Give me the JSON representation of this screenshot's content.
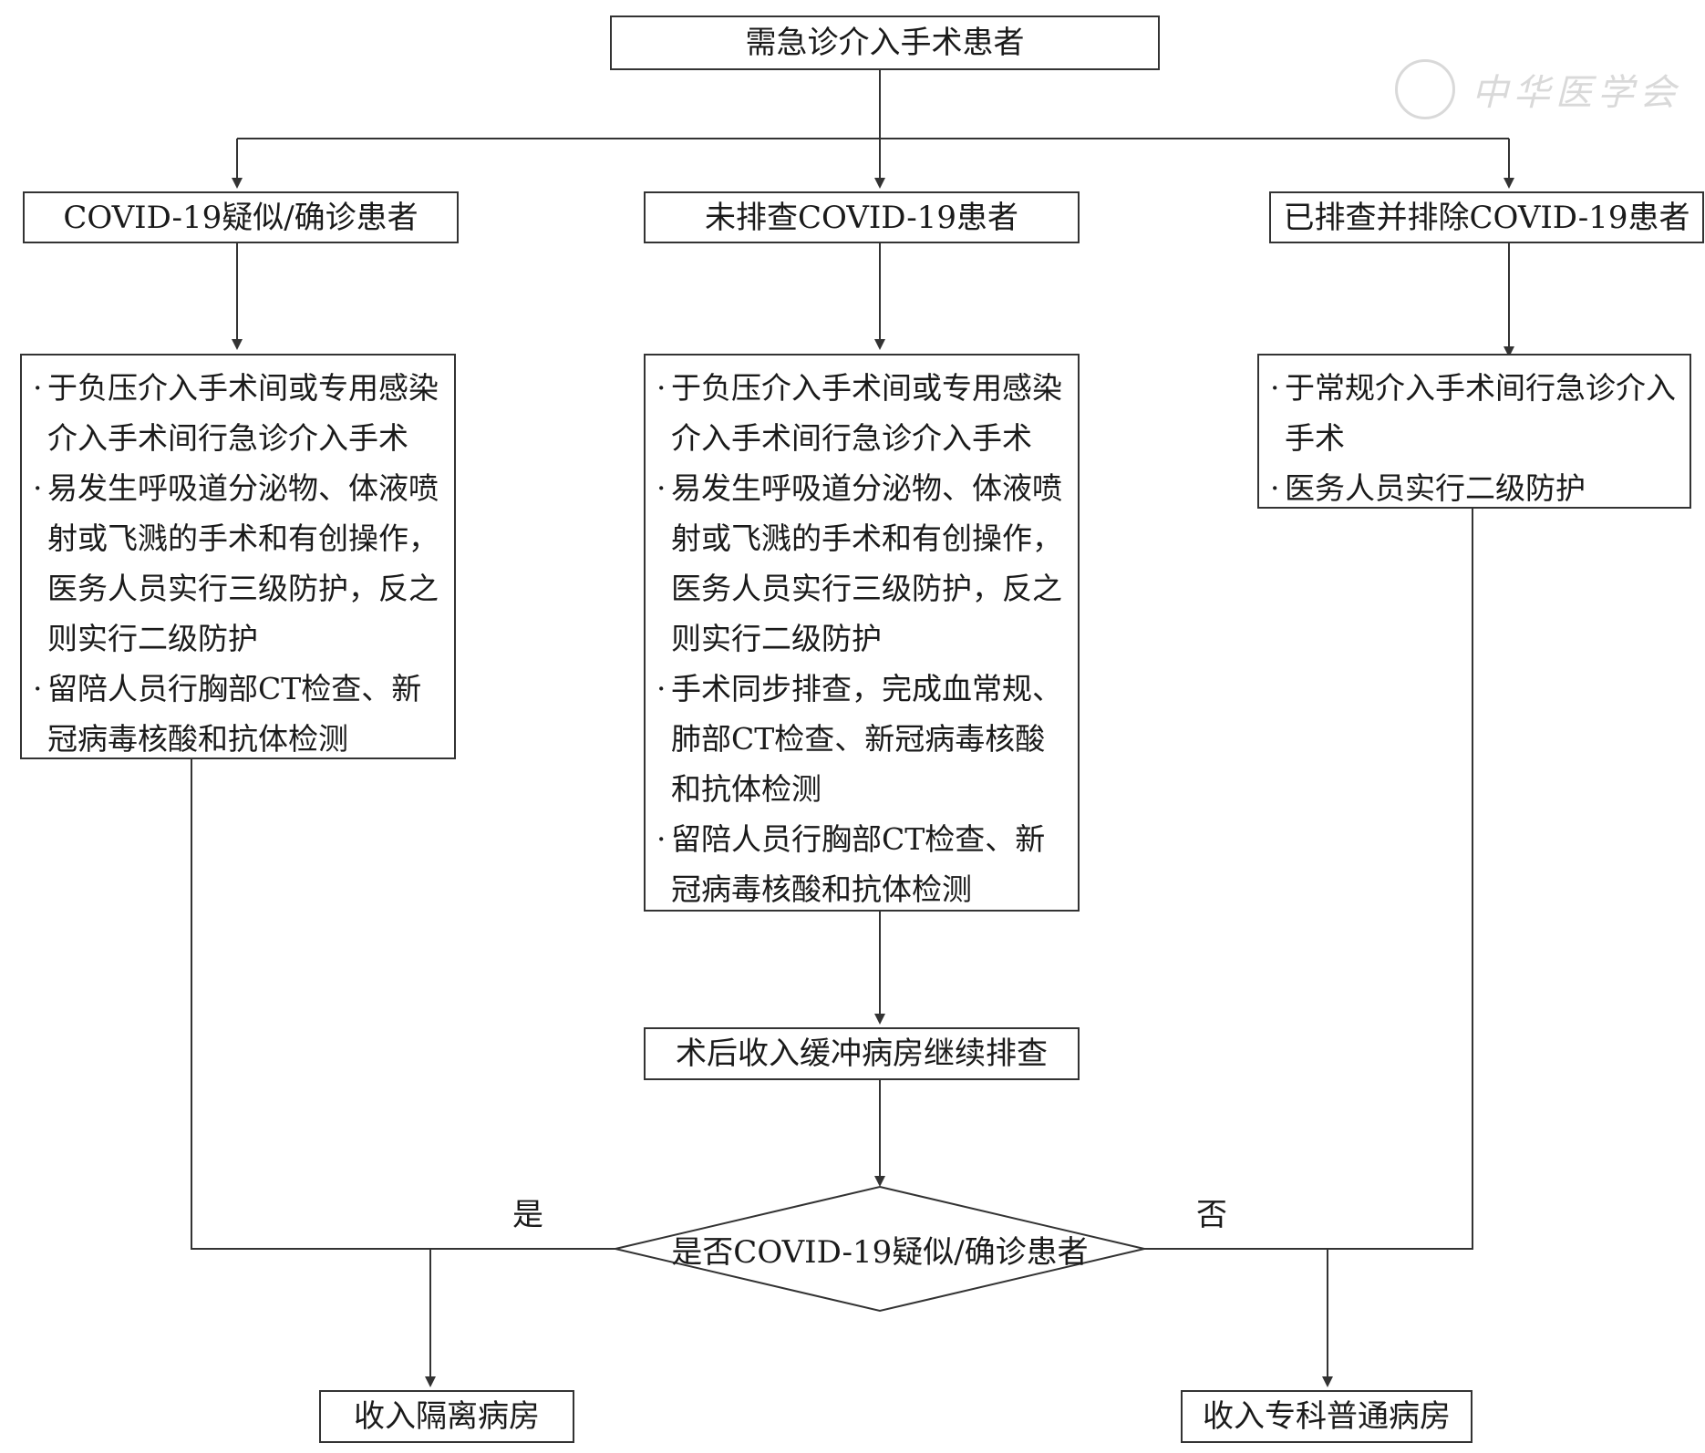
{
  "nodes": {
    "start": "需急诊介入手术患者",
    "suspected": "COVID-19疑似/确诊患者",
    "unscreened": "未排查COVID-19患者",
    "excluded": "已排查并排除COVID-19患者",
    "post_op": "术后收入缓冲病房继续排查",
    "decision": "是否COVID-19疑似/确诊患者",
    "isolation_ward": "收入隔离病房",
    "general_ward": "收入专科普通病房"
  },
  "lists": {
    "suspected": [
      "于负压介入手术间或专用感染介入手术间行急诊介入手术",
      "易发生呼吸道分泌物、体液喷射或飞溅的手术和有创操作，医务人员实行三级防护，反之则实行二级防护",
      "留陪人员行胸部CT检查、新冠病毒核酸和抗体检测"
    ],
    "unscreened": [
      "于负压介入手术间或专用感染介入手术间行急诊介入手术",
      "易发生呼吸道分泌物、体液喷射或飞溅的手术和有创操作，医务人员实行三级防护，反之则实行二级防护",
      "手术同步排查，完成血常规、肺部CT检查、新冠病毒核酸和抗体检测",
      "留陪人员行胸部CT检查、新冠病毒核酸和抗体检测"
    ],
    "excluded": [
      "于常规介入手术间行急诊介入手术",
      "医务人员实行二级防护"
    ]
  },
  "edge_labels": {
    "yes": "是",
    "no": "否"
  },
  "watermark": "中华医学会",
  "colors": {
    "line": "#333333",
    "watermark": "#d9d9d9"
  }
}
